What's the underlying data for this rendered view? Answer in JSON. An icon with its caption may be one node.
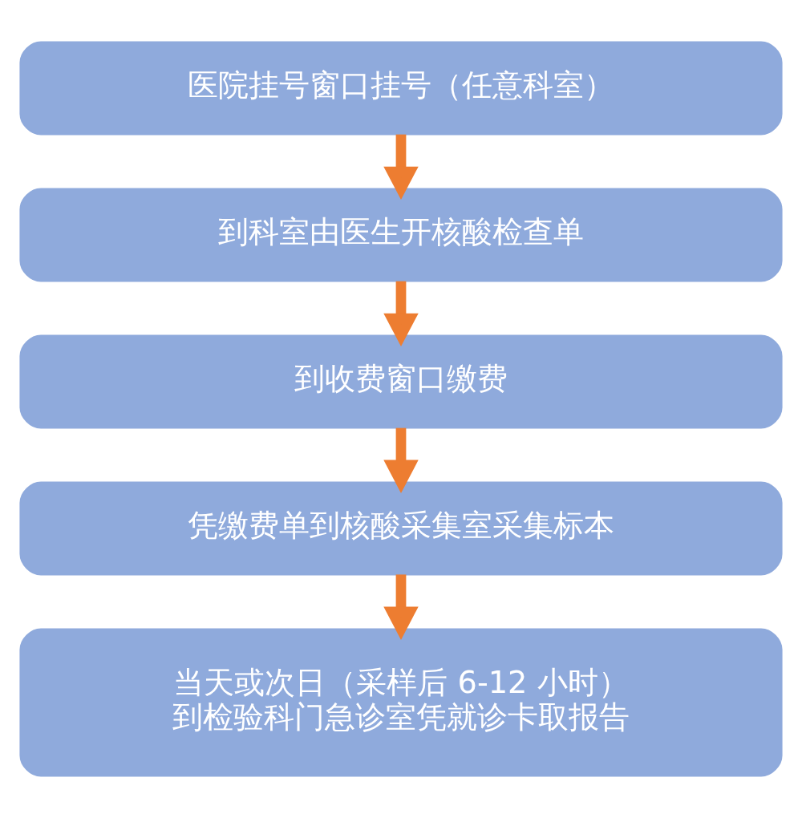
{
  "diagram": {
    "nodes": [
      {
        "text": [
          "医院挂号窗口挂号（任意科室）"
        ]
      },
      {
        "text": [
          "到科室由医生开核酸检查单"
        ]
      },
      {
        "text": [
          "到收费窗口缴费"
        ]
      },
      {
        "text": [
          "凭缴费单到核酸采集室采集标本"
        ]
      },
      {
        "text": [
          "当天或次日（采样后 6-12 小时）",
          "到检验科门急诊室凭就诊卡取报告"
        ]
      }
    ],
    "edges": [
      {
        "from": 0,
        "to": 1,
        "arrow": "to"
      },
      {
        "from": 1,
        "to": 2,
        "arrow": "to"
      },
      {
        "from": 2,
        "to": 3,
        "arrow": "to"
      },
      {
        "from": 3,
        "to": 4,
        "arrow": "to"
      }
    ]
  }
}
